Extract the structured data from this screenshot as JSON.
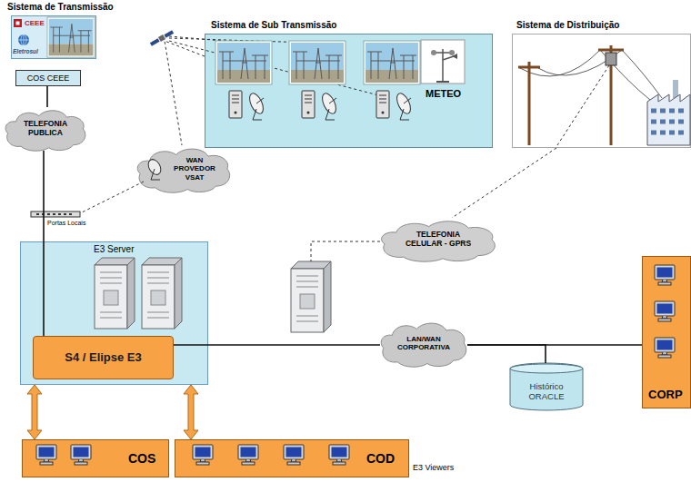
{
  "diagram": {
    "nodes": [
      {
        "text": [
          "Sistema de Transmissão",
          "CEEE",
          "Eletrosul"
        ]
      },
      {
        "text": [
          "COS CEEE"
        ]
      },
      {
        "text": [
          "TELEFONIA PUBLICA"
        ]
      },
      {
        "text": [
          "Sistema de Sub Transmissão",
          "METEO"
        ]
      },
      {
        "text": [
          "Sistema de Distribuição"
        ]
      },
      {
        "text": [
          "WAN PROVEDOR VSAT"
        ]
      },
      {
        "text": [
          "E3 Server"
        ]
      },
      {
        "text": [
          "S4 / Elipse E3"
        ],
        "in": 6
      },
      {
        "text": [
          "TELEFONIA CELULAR - GPRS"
        ]
      },
      {
        "text": [
          "LAN/WAN CORPORATIVA"
        ]
      },
      {
        "text": [
          "Histórico ORACLE"
        ]
      },
      {
        "text": [
          "CORP"
        ]
      },
      {
        "text": [
          "COS"
        ]
      },
      {
        "text": [
          "COD"
        ]
      }
    ],
    "edges": [
      {
        "from": 1,
        "to": 2,
        "arrow": "none"
      },
      {
        "from": 2,
        "to": 7,
        "arrow": "none"
      },
      {
        "from": 3,
        "to": 5,
        "arrow": "none"
      },
      {
        "from": 4,
        "to": 8,
        "arrow": "none"
      },
      {
        "from": 7,
        "to": 9,
        "arrow": "none"
      },
      {
        "from": 9,
        "to": 11,
        "arrow": "none"
      },
      {
        "from": 9,
        "to": 10,
        "arrow": "none"
      },
      {
        "from": 6,
        "to": 12,
        "arrow": "both"
      },
      {
        "from": 6,
        "to": 13,
        "arrow": "both"
      }
    ],
    "labels": [
      "Portas Locais",
      "E3 Viewers"
    ]
  }
}
